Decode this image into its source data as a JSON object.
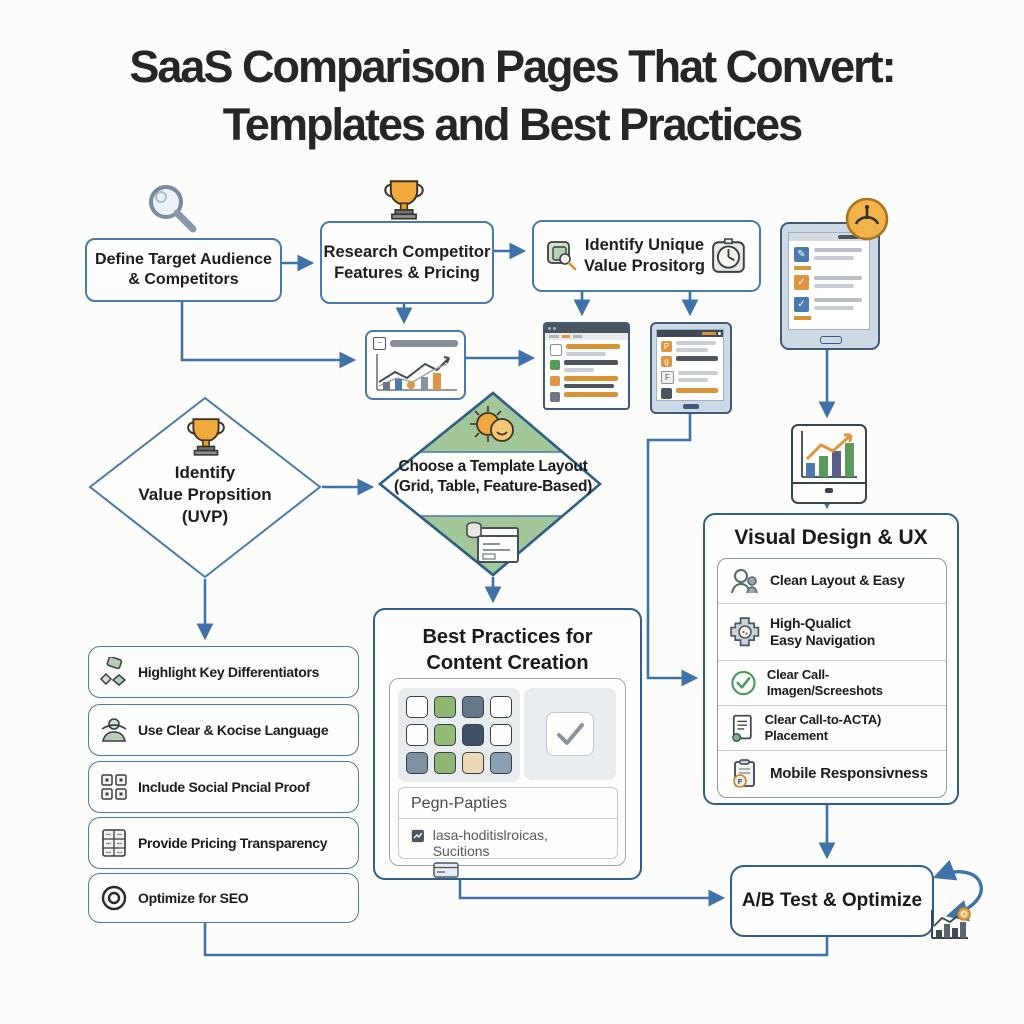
{
  "title": {
    "line1": "SaaS Comparison Pages That Convert:",
    "line2": "Templates and Best Practices"
  },
  "colors": {
    "connector_blue": "#3f72a8",
    "node_border": "#4a7aab",
    "dark_border": "#2e5f8a",
    "diamond_green_fill": "#a3c69b",
    "trophy_gold": "#f2a93b",
    "accent_orange": "#e0953f",
    "text_dark": "#222222"
  },
  "nodes": {
    "define_audience": {
      "label": "Define Target Audience\n& Competitors",
      "icon": "magnifier-icon"
    },
    "research_competitor": {
      "label": "Research Competitor\nFeatures & Pricing",
      "icon": "trophy-icon"
    },
    "identify_unique": {
      "label": "Identify Unique\nValue Prositorg",
      "icon_left": "document-search-icon",
      "icon_right": "stopwatch-icon"
    },
    "uvp_diamond": {
      "label": "Identify\nValue Propsition\n(UVP)",
      "icon": "trophy-icon"
    },
    "template_diamond": {
      "label": "Choose a Template Layout\n(Grid, Table, Feature-Based)",
      "icon_top": "sun-icon",
      "icon_bottom": "browser-icon"
    },
    "ab_test": {
      "label": "A/B Test & Optimize",
      "icon": "cycle-arrows-icon"
    }
  },
  "side_items": [
    {
      "icon": "gems-icon",
      "label": "Highlight Key Differentiators"
    },
    {
      "icon": "speaker-desk-icon",
      "label": "Use Clear & Kocise Language"
    },
    {
      "icon": "qr-grid-icon",
      "label": "Include Social Pncial Proof"
    },
    {
      "icon": "pricing-table-icon",
      "label": "Provide Pricing Transparency"
    },
    {
      "icon": "target-icon",
      "label": "Optimize for SEO"
    }
  ],
  "best_practices": {
    "title": "Best Practices for\nContent Creation",
    "panel_label": "Pegn-Papties",
    "panel_item": "lasa-hoditislroicas, Sucitions",
    "grid_colors": [
      "#fdfdfb",
      "#8fb573",
      "#64788c",
      "#fdfdfb",
      "#fdfdfb",
      "#94ba78",
      "#3f5066",
      "#fdfdfb",
      "#7d90a4",
      "#8fb573",
      "#ecd9b4",
      "#8ca0b4"
    ]
  },
  "visual_design": {
    "title": "Visual Design & UX",
    "items": [
      {
        "icon": "people-icon",
        "label": "Clean Layout & Easy"
      },
      {
        "icon": "gear-icon",
        "label": "High-Qualict\nEasy Navigation"
      },
      {
        "icon": "check-circle-icon",
        "label": "Clear Call-Imagen/Screeshots"
      },
      {
        "icon": "document-icon",
        "label": "Clear Call-to-ACTA) Placement"
      },
      {
        "icon": "clipboard-coin-icon",
        "label": "Mobile Responsivness"
      }
    ]
  }
}
